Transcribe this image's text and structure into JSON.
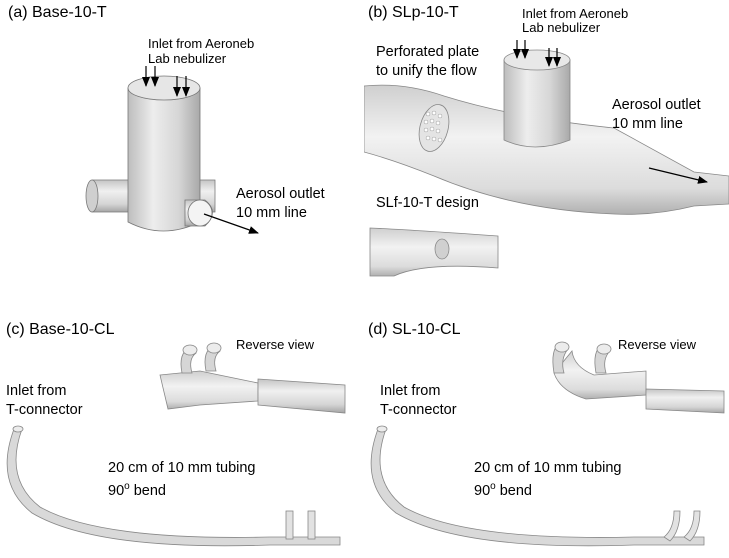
{
  "panels": {
    "a": {
      "title": "(a) Base-10-T",
      "inlet": [
        "Inlet from Aeroneb",
        "Lab nebulizer"
      ],
      "outlet": [
        "Aerosol outlet",
        "10 mm line"
      ]
    },
    "b": {
      "title": "(b) SLp-10-T",
      "inlet": [
        "Inlet from Aeroneb",
        "Lab nebulizer"
      ],
      "plate": [
        "Perforated plate",
        "to unify the flow"
      ],
      "outlet": [
        "Aerosol outlet",
        "10 mm line"
      ],
      "inset": "SLf-10-T design"
    },
    "c": {
      "title": "(c) Base-10-CL",
      "reverse": "Reverse view",
      "inlet": [
        "Inlet from",
        "T-connector"
      ],
      "tubing": [
        "20 cm of 10 mm tubing",
        "90",
        "o",
        " bend"
      ]
    },
    "d": {
      "title": "(d) SL-10-CL",
      "reverse": "Reverse view",
      "inlet": [
        "Inlet from",
        "T-connector"
      ],
      "tubing": [
        "20 cm of 10 mm tubing",
        "90",
        "o",
        " bend"
      ]
    }
  }
}
